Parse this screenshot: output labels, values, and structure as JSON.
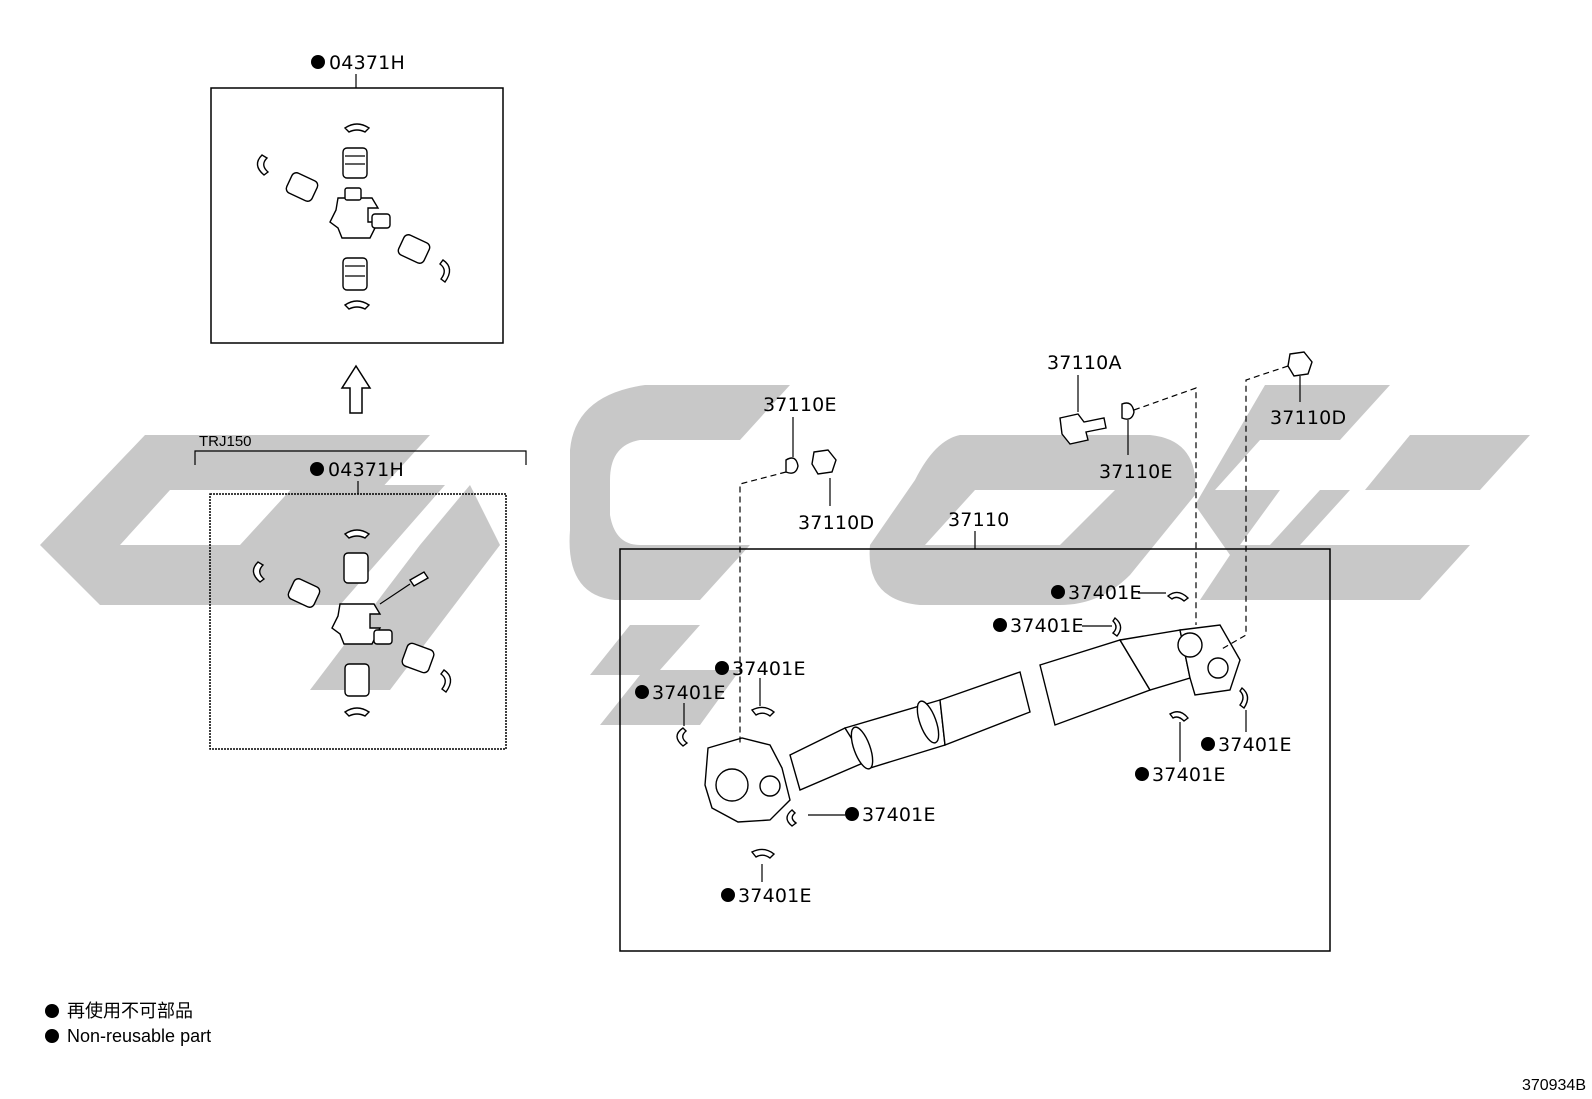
{
  "top_kit": {
    "part_no": "04371H"
  },
  "variant": {
    "model_label": "TRJ150",
    "part_no": "04371H"
  },
  "main_assembly": {
    "part_no": "37110"
  },
  "callouts": {
    "bolt": "37110A",
    "washer_left": "37110E",
    "nut_left": "37110D",
    "washer_right": "37110E",
    "nut_right": "37110D",
    "snap_ring_1": "37401E",
    "snap_ring_2": "37401E",
    "snap_ring_3": "37401E",
    "snap_ring_4": "37401E",
    "snap_ring_5": "37401E",
    "snap_ring_6": "37401E",
    "snap_ring_7": "37401E",
    "snap_ring_8": "37401E"
  },
  "legend": {
    "line_jp": "再使用不可部品",
    "line_en": "Non-reusable part"
  },
  "diagram_ref": "370934B",
  "colors": {
    "watermark": "#c8c8c8",
    "ink": "#000000"
  }
}
